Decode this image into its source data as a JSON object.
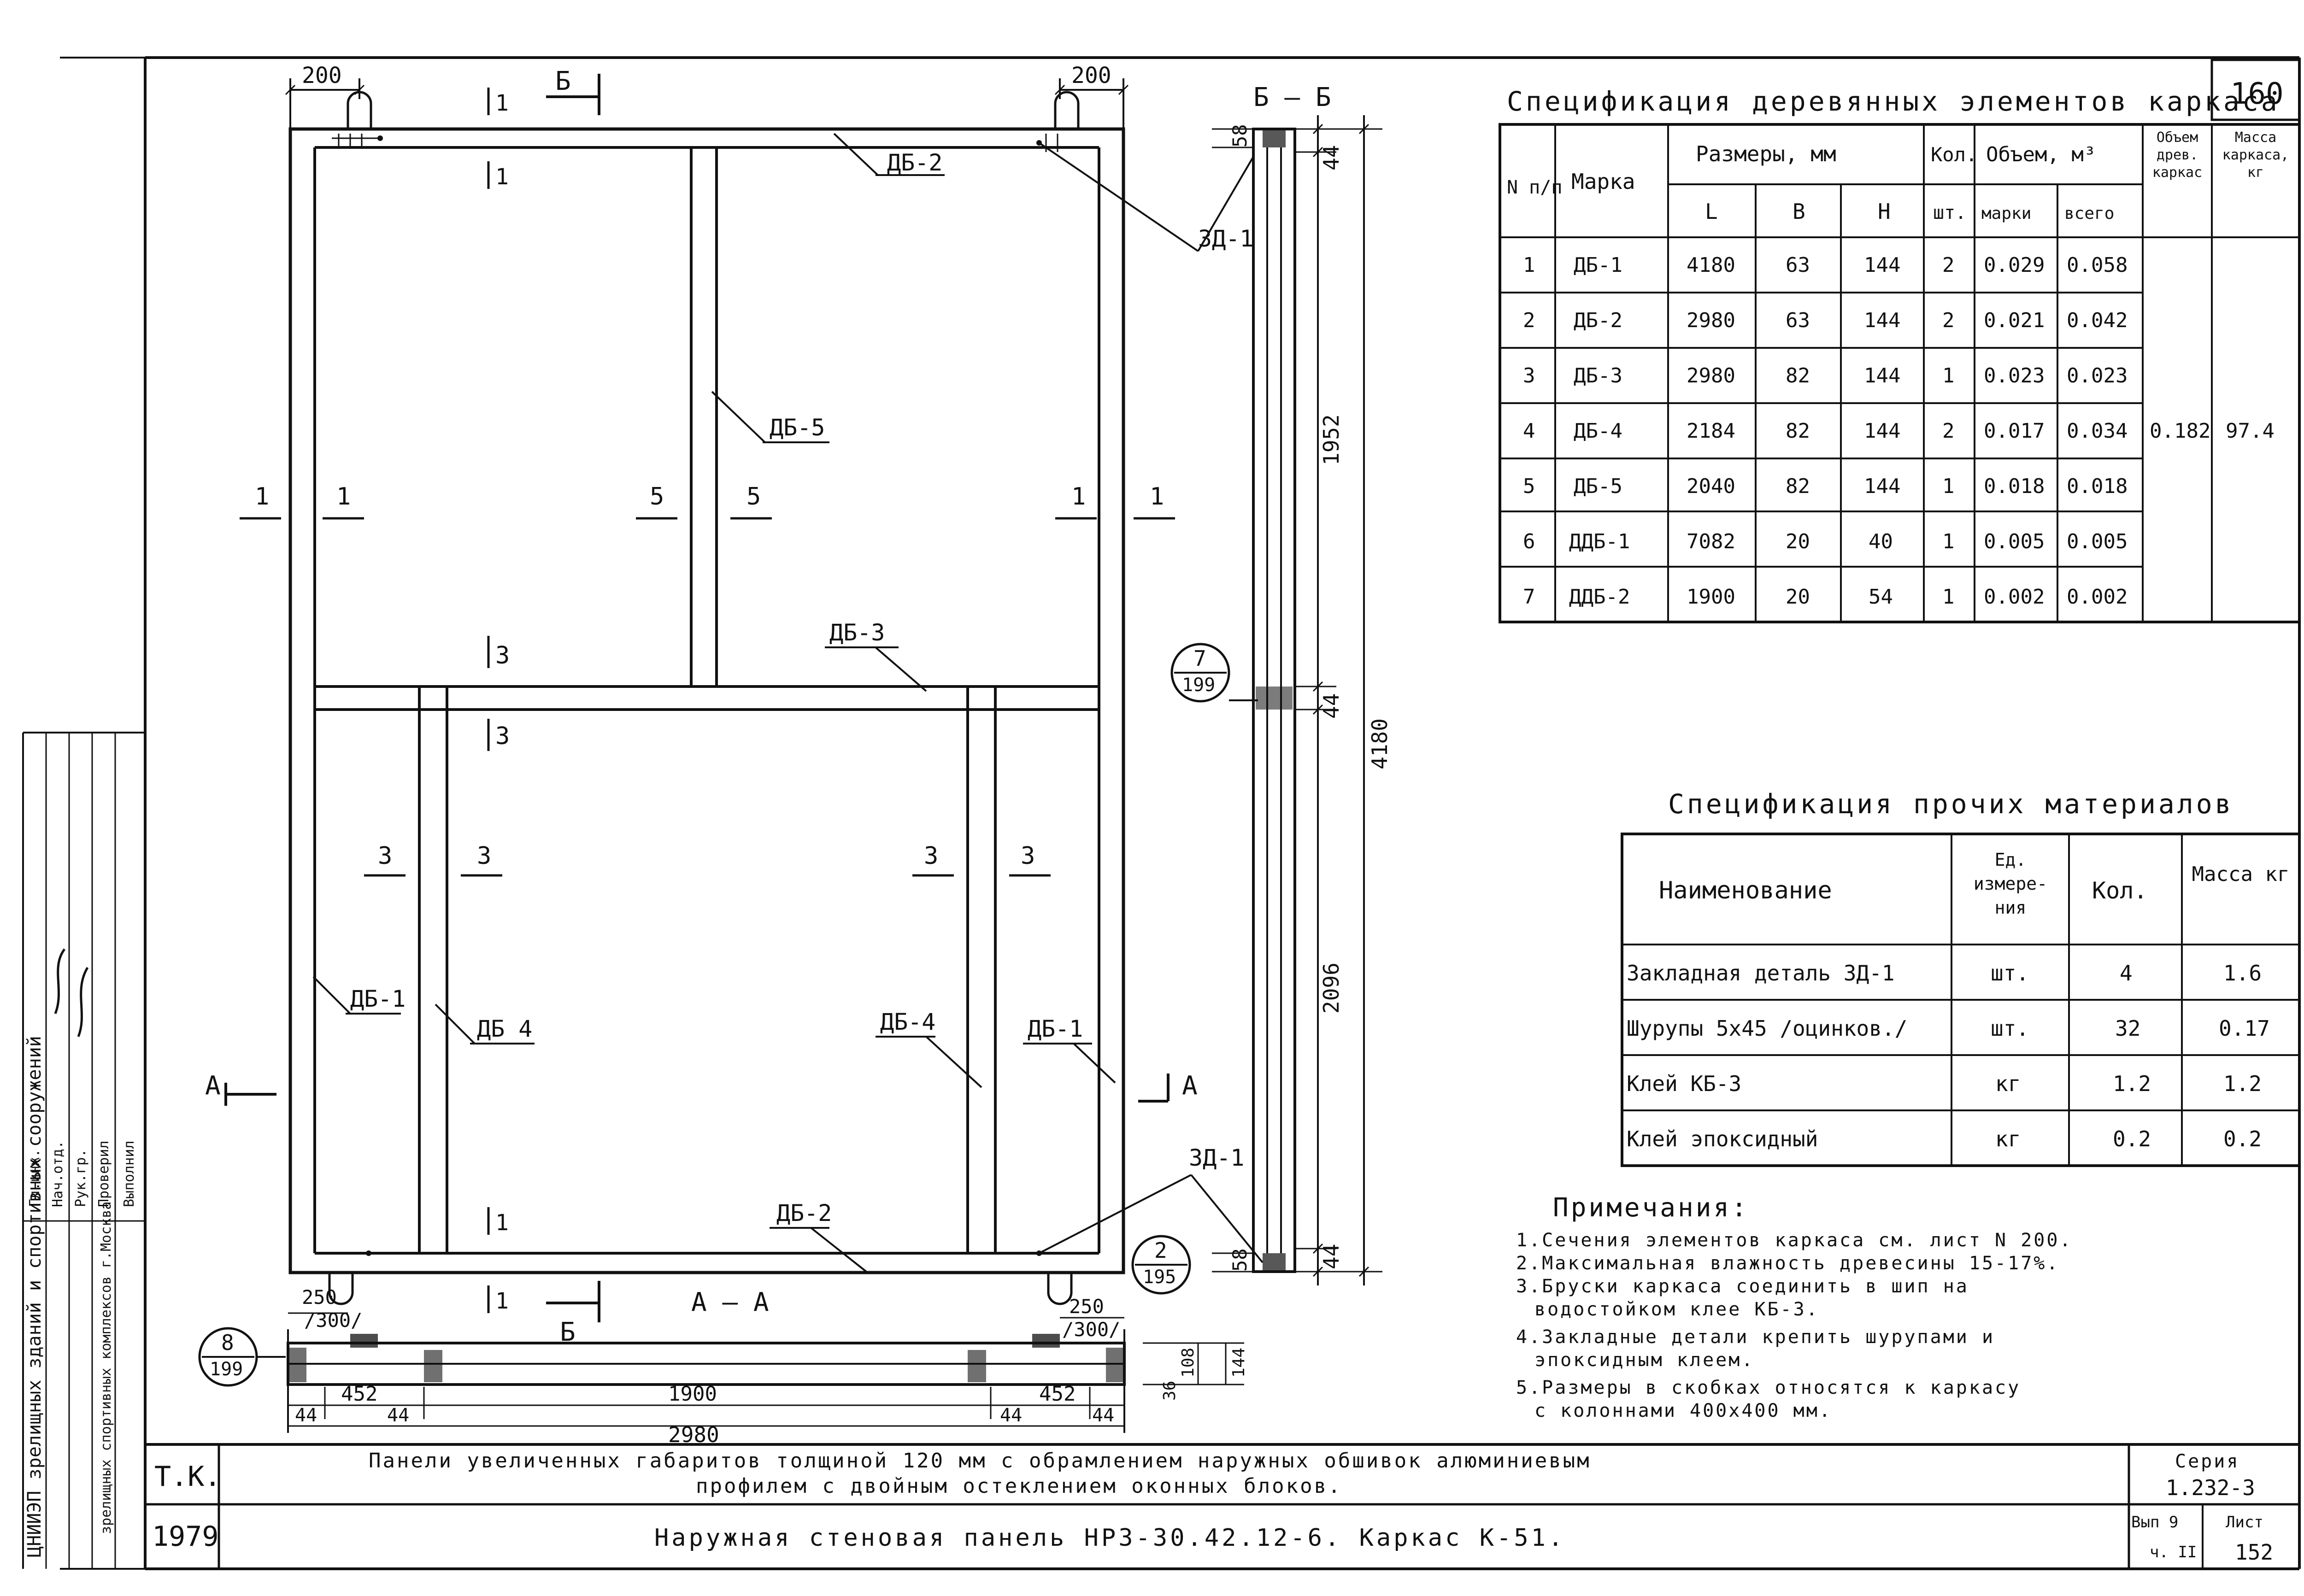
{
  "drawing": {
    "sheet_top_right": "160",
    "dims": {
      "d200a": "200",
      "d200b": "200",
      "d1952": "1952",
      "d4180": "4180",
      "d2096": "2096",
      "d44a": "44",
      "d44b": "44",
      "d44c": "44",
      "d58a": "58",
      "d58b": "58",
      "d250a": "250",
      "d300a": "/300/",
      "d250b": "250",
      "d300b": "/300/",
      "d452a": "452",
      "d1900": "1900",
      "d452b": "452",
      "d44d": "44",
      "d44e": "44",
      "d44f": "44",
      "d44g": "44",
      "d2980": "2980",
      "d108": "108",
      "d36": "36",
      "d144": "144"
    },
    "labels": {
      "db1a": "ДБ-1",
      "db1b": "ДБ-1",
      "db2a": "ДБ-2",
      "db2b": "ДБ-2",
      "db3": "ДБ-3",
      "db4a": "ДБ 4",
      "db4b": "ДБ-4",
      "db5": "ДБ-5",
      "zd1a": "ЗД-1",
      "zd1b": "ЗД-1"
    },
    "sections": {
      "bb": "Б – Б",
      "aa": "А – А",
      "b_top": "Б",
      "b_bot": "Б",
      "a_left": "А",
      "a_right": "А",
      "s1": "1",
      "s3": "3",
      "s5": "5"
    },
    "callouts": [
      {
        "top": "7",
        "bottom": "199"
      },
      {
        "top": "2",
        "bottom": "195"
      },
      {
        "top": "8",
        "bottom": "199"
      }
    ]
  },
  "spec_wood": {
    "title": "Спецификация деревянных элементов каркаса",
    "headers": {
      "num": "N п/п",
      "mark": "Марка",
      "sizes": "Размеры, мм",
      "l": "L",
      "b": "В",
      "h": "Н",
      "qty": "Кол.",
      "qty_unit": "шт.",
      "vol": "Объем, м³",
      "vol_mark": "марки",
      "vol_total": "всего",
      "vol_wood": "Объем древ. каркас",
      "mass": "Масса каркаса, кг"
    },
    "rows": [
      {
        "n": "1",
        "mark": "ДБ-1",
        "l": "4180",
        "b": "63",
        "h": "144",
        "qty": "2",
        "vm": "0.029",
        "vt": "0.058"
      },
      {
        "n": "2",
        "mark": "ДБ-2",
        "l": "2980",
        "b": "63",
        "h": "144",
        "qty": "2",
        "vm": "0.021",
        "vt": "0.042"
      },
      {
        "n": "3",
        "mark": "ДБ-3",
        "l": "2980",
        "b": "82",
        "h": "144",
        "qty": "1",
        "vm": "0.023",
        "vt": "0.023"
      },
      {
        "n": "4",
        "mark": "ДБ-4",
        "l": "2184",
        "b": "82",
        "h": "144",
        "qty": "2",
        "vm": "0.017",
        "vt": "0.034"
      },
      {
        "n": "5",
        "mark": "ДБ-5",
        "l": "2040",
        "b": "82",
        "h": "144",
        "qty": "1",
        "vm": "0.018",
        "vt": "0.018"
      },
      {
        "n": "6",
        "mark": "ДДБ-1",
        "l": "7082",
        "b": "20",
        "h": "40",
        "qty": "1",
        "vm": "0.005",
        "vt": "0.005"
      },
      {
        "n": "7",
        "mark": "ДДБ-2",
        "l": "1900",
        "b": "20",
        "h": "54",
        "qty": "1",
        "vm": "0.002",
        "vt": "0.002"
      }
    ],
    "total_volume": "0.182",
    "total_mass": "97.4"
  },
  "spec_other": {
    "title": "Спецификация прочих материалов",
    "headers": {
      "name": "Наименование",
      "unit": "Ед. измере- ния",
      "qty": "Кол.",
      "mass": "Масса кг"
    },
    "rows": [
      {
        "name": "Закладная деталь ЗД-1",
        "unit": "шт.",
        "qty": "4",
        "mass": "1.6"
      },
      {
        "name": "Шурупы 5х45 /оцинков./",
        "unit": "шт.",
        "qty": "32",
        "mass": "0.17"
      },
      {
        "name": "Клей КБ-3",
        "unit": "кг",
        "qty": "1.2",
        "mass": "1.2"
      },
      {
        "name": "Клей эпоксидный",
        "unit": "кг",
        "qty": "0.2",
        "mass": "0.2"
      }
    ]
  },
  "notes": {
    "title": "Примечания:",
    "items": [
      "1.Сечения элементов каркаса см. лист N 200.",
      "2.Максимальная влажность древесины 15-17%.",
      "3.Бруски каркаса соединить в шип на",
      "водостойком клее КБ-3.",
      "4.Закладные детали крепить шурупами и",
      "эпоксидным клеем.",
      "5.Размеры в скобках относятся к каркасу",
      "с колоннами 400х400 мм."
    ]
  },
  "title_block": {
    "tk": "Т.К.",
    "year": "1979",
    "title_line1": "Панели увеличенных габаритов толщиной 120 мм с обрамлением наружных обшивок алюминиевым",
    "title_line2": "профилем с двойным остеклением оконных блоков.",
    "title_line3": "Наружная стеновая панель НРЗ-30.42.12-6. Каркас К-51.",
    "series_label": "Серия",
    "series": "1.232-3",
    "vyp": "Вып 9",
    "part": "ч. II",
    "list_label": "Лист",
    "list": "152"
  },
  "stamp": {
    "org": "ЦНИИЭП зрелищных зданий и спортивных сооружений",
    "org2": "зрелищных спортивных комплексов г.Москва",
    "r1": "Гл.инж.",
    "r2": "Нач.отд.",
    "r3": "Рук.гр.",
    "r4": "Проверил",
    "r5": "Выполнил"
  }
}
